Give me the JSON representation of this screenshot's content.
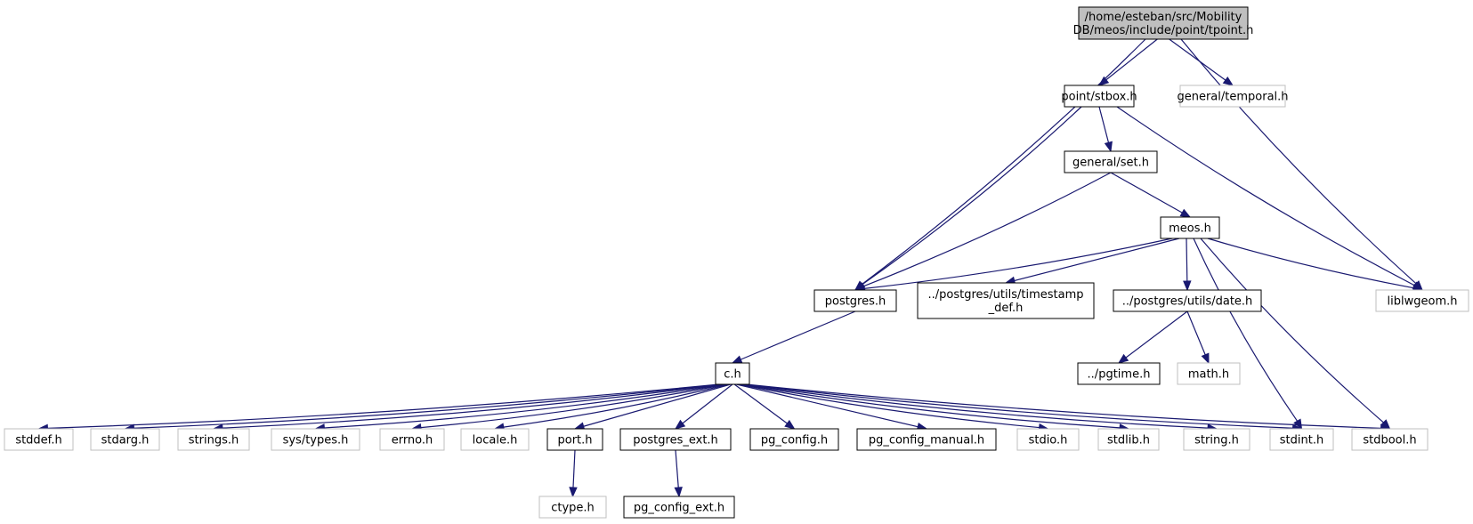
{
  "colors": {
    "edge": "#191970",
    "documented_border": "#000000",
    "undocumented_border": "#bfbfbf",
    "root_fill": "#bfbfbf",
    "text": "#000000"
  },
  "nodes": [
    {
      "id": "root",
      "lines": [
        "/home/esteban/src/Mobility",
        "DB/meos/include/point/tpoint.h"
      ],
      "kind": "root"
    },
    {
      "id": "stbox",
      "lines": [
        "point/stbox.h"
      ],
      "kind": "documented"
    },
    {
      "id": "temporal",
      "lines": [
        "general/temporal.h"
      ],
      "kind": "undocumented"
    },
    {
      "id": "set",
      "lines": [
        "general/set.h"
      ],
      "kind": "documented"
    },
    {
      "id": "meos",
      "lines": [
        "meos.h"
      ],
      "kind": "documented"
    },
    {
      "id": "liblwgeom",
      "lines": [
        "liblwgeom.h"
      ],
      "kind": "undocumented"
    },
    {
      "id": "postgres",
      "lines": [
        "postgres.h"
      ],
      "kind": "documented"
    },
    {
      "id": "timestamp",
      "lines": [
        "../postgres/utils/timestamp",
        "_def.h"
      ],
      "kind": "documented"
    },
    {
      "id": "date",
      "lines": [
        "../postgres/utils/date.h"
      ],
      "kind": "documented"
    },
    {
      "id": "pgtime",
      "lines": [
        "../pgtime.h"
      ],
      "kind": "documented"
    },
    {
      "id": "math",
      "lines": [
        "math.h"
      ],
      "kind": "undocumented"
    },
    {
      "id": "c",
      "lines": [
        "c.h"
      ],
      "kind": "documented"
    },
    {
      "id": "stddef",
      "lines": [
        "stddef.h"
      ],
      "kind": "undocumented"
    },
    {
      "id": "stdarg",
      "lines": [
        "stdarg.h"
      ],
      "kind": "undocumented"
    },
    {
      "id": "strings",
      "lines": [
        "strings.h"
      ],
      "kind": "undocumented"
    },
    {
      "id": "systypes",
      "lines": [
        "sys/types.h"
      ],
      "kind": "undocumented"
    },
    {
      "id": "errno",
      "lines": [
        "errno.h"
      ],
      "kind": "undocumented"
    },
    {
      "id": "locale",
      "lines": [
        "locale.h"
      ],
      "kind": "undocumented"
    },
    {
      "id": "port",
      "lines": [
        "port.h"
      ],
      "kind": "documented"
    },
    {
      "id": "postgres_ext",
      "lines": [
        "postgres_ext.h"
      ],
      "kind": "documented"
    },
    {
      "id": "pg_config",
      "lines": [
        "pg_config.h"
      ],
      "kind": "documented"
    },
    {
      "id": "pg_config_manual",
      "lines": [
        "pg_config_manual.h"
      ],
      "kind": "documented"
    },
    {
      "id": "stdio",
      "lines": [
        "stdio.h"
      ],
      "kind": "undocumented"
    },
    {
      "id": "stdlib",
      "lines": [
        "stdlib.h"
      ],
      "kind": "undocumented"
    },
    {
      "id": "string",
      "lines": [
        "string.h"
      ],
      "kind": "undocumented"
    },
    {
      "id": "stdint",
      "lines": [
        "stdint.h"
      ],
      "kind": "undocumented"
    },
    {
      "id": "stdbool",
      "lines": [
        "stdbool.h"
      ],
      "kind": "undocumented"
    },
    {
      "id": "ctype",
      "lines": [
        "ctype.h"
      ],
      "kind": "undocumented"
    },
    {
      "id": "pg_config_ext",
      "lines": [
        "pg_config_ext.h"
      ],
      "kind": "documented"
    }
  ],
  "edges": [
    [
      "root",
      "stbox"
    ],
    [
      "root",
      "temporal"
    ],
    [
      "root",
      "postgres"
    ],
    [
      "root",
      "liblwgeom"
    ],
    [
      "stbox",
      "set"
    ],
    [
      "stbox",
      "postgres"
    ],
    [
      "stbox",
      "liblwgeom"
    ],
    [
      "set",
      "meos"
    ],
    [
      "set",
      "postgres"
    ],
    [
      "meos",
      "postgres"
    ],
    [
      "meos",
      "timestamp"
    ],
    [
      "meos",
      "date"
    ],
    [
      "meos",
      "liblwgeom"
    ],
    [
      "meos",
      "stdint"
    ],
    [
      "meos",
      "stdbool"
    ],
    [
      "date",
      "pgtime"
    ],
    [
      "date",
      "math"
    ],
    [
      "postgres",
      "c"
    ],
    [
      "c",
      "stddef"
    ],
    [
      "c",
      "stdarg"
    ],
    [
      "c",
      "strings"
    ],
    [
      "c",
      "systypes"
    ],
    [
      "c",
      "errno"
    ],
    [
      "c",
      "locale"
    ],
    [
      "c",
      "port"
    ],
    [
      "c",
      "postgres_ext"
    ],
    [
      "c",
      "pg_config"
    ],
    [
      "c",
      "pg_config_manual"
    ],
    [
      "c",
      "stdio"
    ],
    [
      "c",
      "stdlib"
    ],
    [
      "c",
      "string"
    ],
    [
      "c",
      "stdint"
    ],
    [
      "c",
      "stdbool"
    ],
    [
      "port",
      "ctype"
    ],
    [
      "postgres_ext",
      "pg_config_ext"
    ]
  ]
}
